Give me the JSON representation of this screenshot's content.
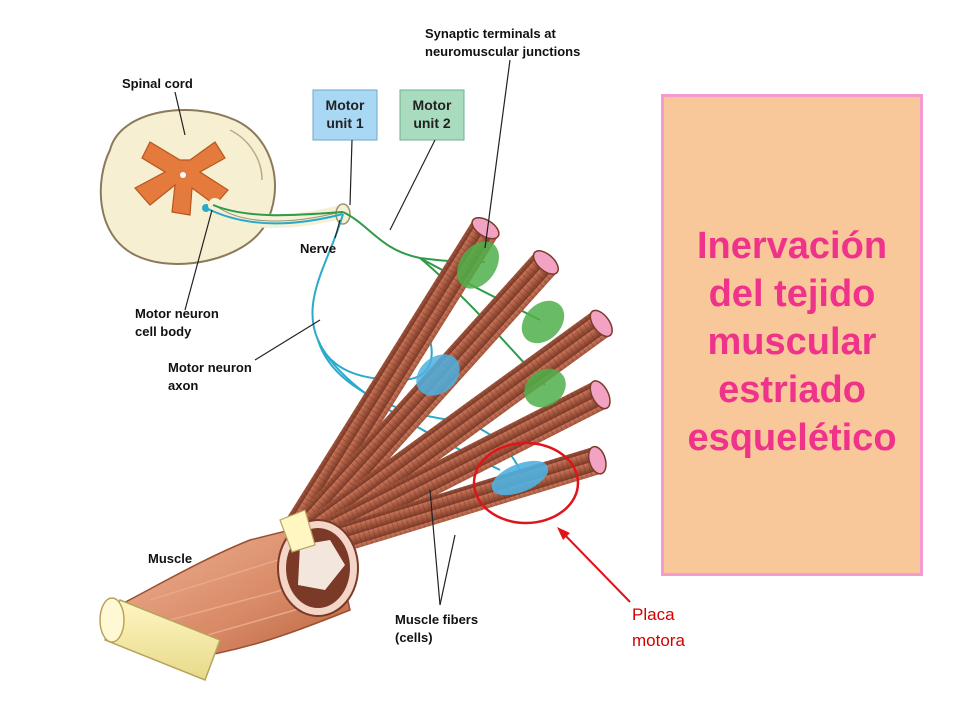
{
  "labels": {
    "spinal_cord": "Spinal cord",
    "synaptic_line1": "Synaptic terminals at",
    "synaptic_line2": "neuromuscular junctions",
    "motor_unit_1_line1": "Motor",
    "motor_unit_1_line2": "unit 1",
    "motor_unit_2_line1": "Motor",
    "motor_unit_2_line2": "unit 2",
    "nerve": "Nerve",
    "cell_body_line1": "Motor neuron",
    "cell_body_line2": "cell body",
    "axon_line1": "Motor neuron",
    "axon_line2": "axon",
    "muscle": "Muscle",
    "fibers_line1": "Muscle fibers",
    "fibers_line2": "(cells)",
    "placa_line1": "Placa",
    "placa_line2": "motora"
  },
  "title": "Inervación\ndel tejido\nmuscular\nestriado\nesquelético",
  "colors": {
    "title_text": "#f0338a",
    "title_bg": "#f8c79a",
    "title_border": "#f59ad0",
    "unit1_box": "#a9d8f5",
    "unit2_box": "#a9dcbf",
    "unit1_axon": "#2aa9c9",
    "unit2_axon": "#2f9a4a",
    "fiber": "#a4573f",
    "fiber_end": "#f2a3c4",
    "highlight_circle": "#e0141b",
    "grey_matter": "#e47a3c"
  }
}
